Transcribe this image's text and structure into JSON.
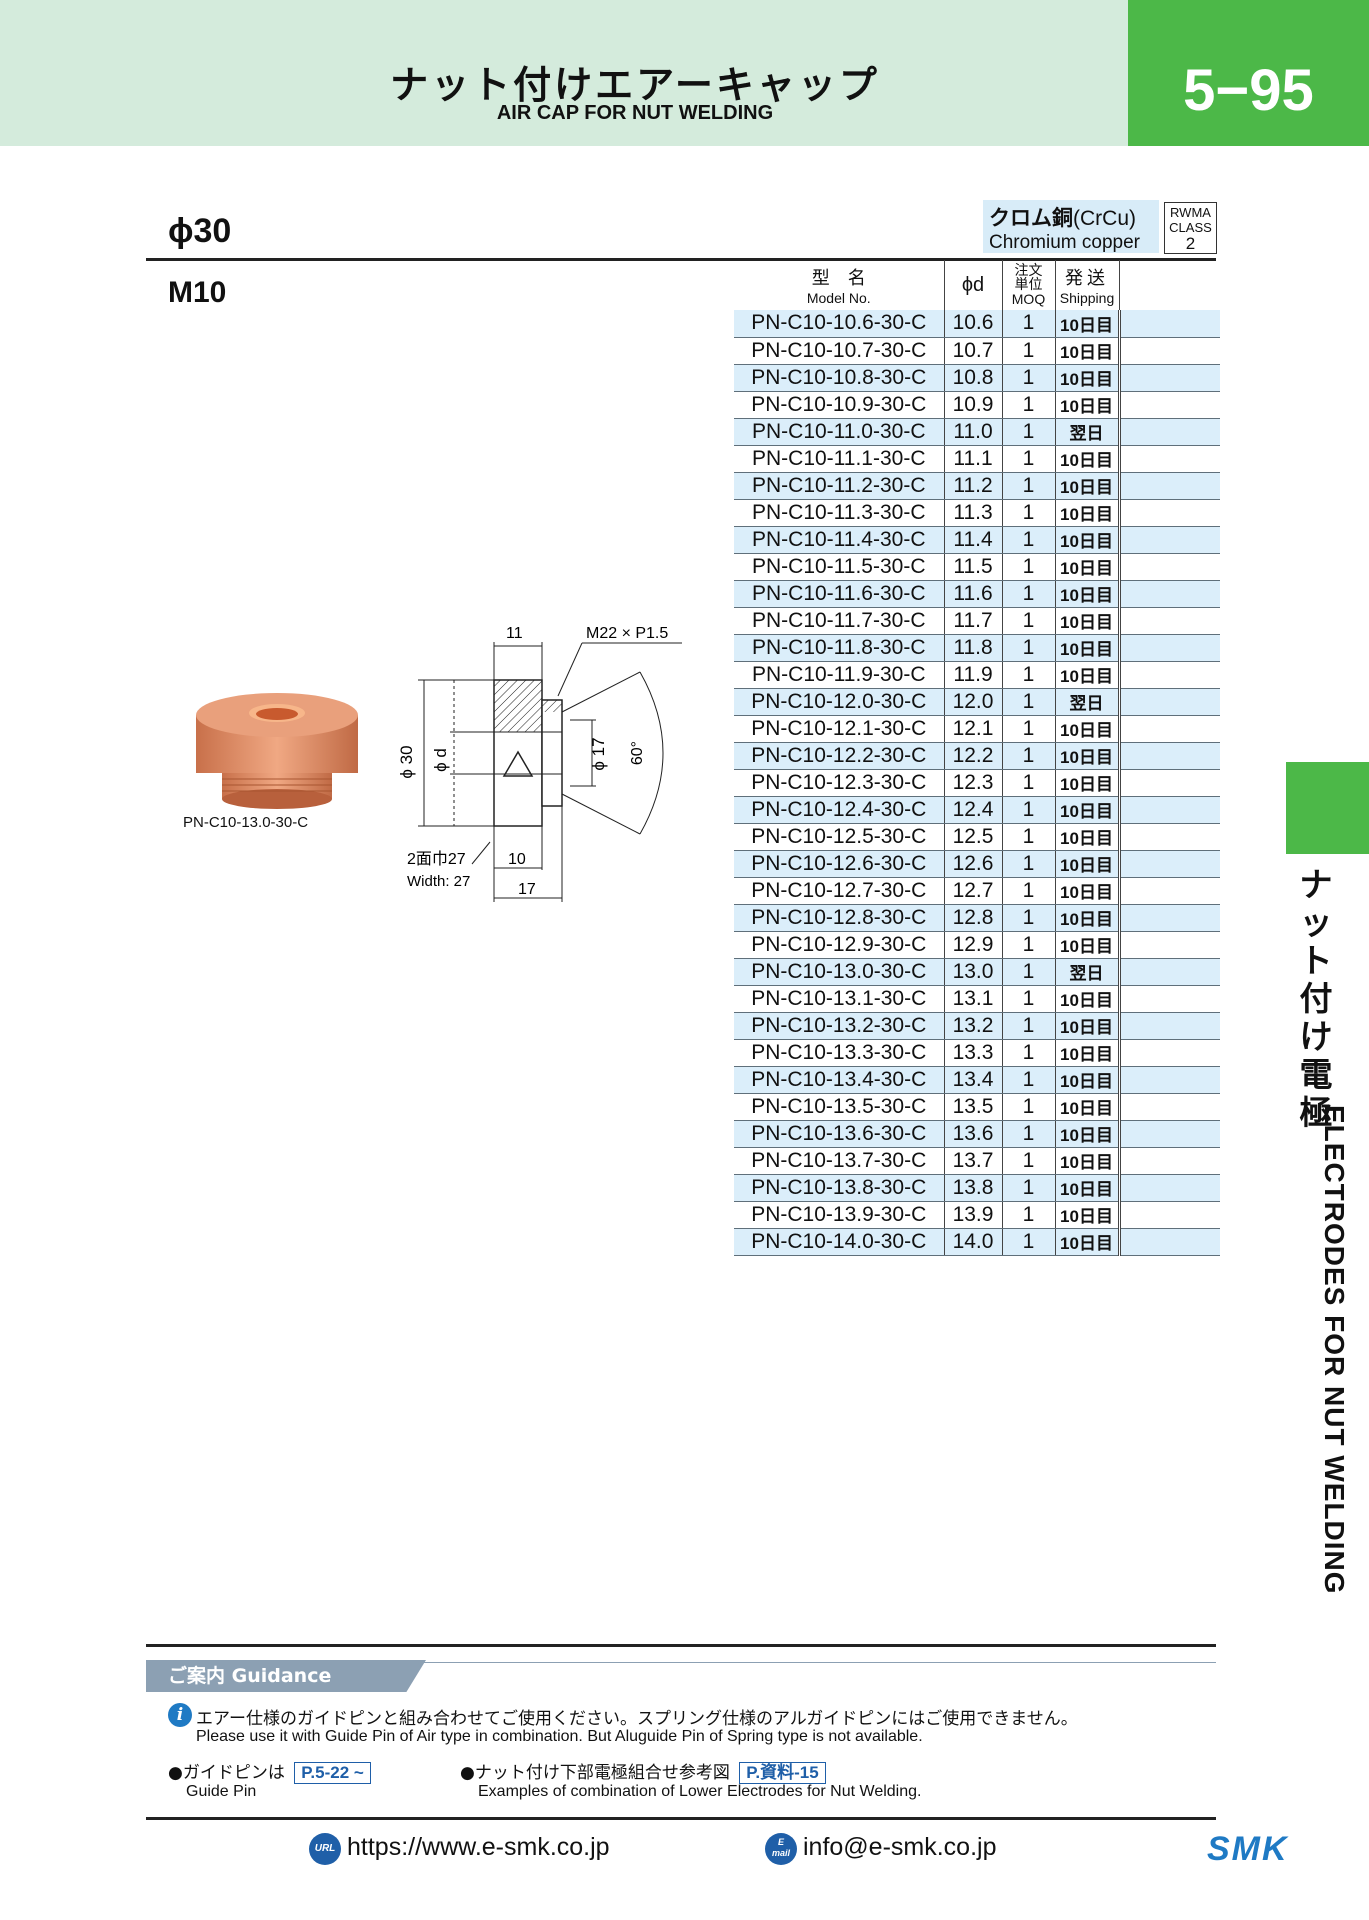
{
  "header": {
    "title_jp": "ナット付けエアーキャップ",
    "title_en": "AIR CAP FOR NUT WELDING",
    "page_number": "5−95"
  },
  "section": {
    "diameter": "ϕ30",
    "thread": "M10"
  },
  "material": {
    "name_jp": "クロム銅",
    "symbol": "(CrCu)",
    "name_en": "Chromium copper",
    "rwma_label_1": "RWMA",
    "rwma_label_2": "CLASS",
    "rwma_class": "2"
  },
  "table": {
    "headers": {
      "model_jp": "型名",
      "model_en": "Model No.",
      "phid": "ϕd",
      "moq_jp_1": "注文",
      "moq_jp_2": "単位",
      "moq_en": "MOQ",
      "ship_jp": "発送",
      "ship_en": "Shipping"
    },
    "rows": [
      [
        "PN-C10-10.6-30-C",
        "10.6",
        "1",
        "10日目"
      ],
      [
        "PN-C10-10.7-30-C",
        "10.7",
        "1",
        "10日目"
      ],
      [
        "PN-C10-10.8-30-C",
        "10.8",
        "1",
        "10日目"
      ],
      [
        "PN-C10-10.9-30-C",
        "10.9",
        "1",
        "10日目"
      ],
      [
        "PN-C10-11.0-30-C",
        "11.0",
        "1",
        "翌日"
      ],
      [
        "PN-C10-11.1-30-C",
        "11.1",
        "1",
        "10日目"
      ],
      [
        "PN-C10-11.2-30-C",
        "11.2",
        "1",
        "10日目"
      ],
      [
        "PN-C10-11.3-30-C",
        "11.3",
        "1",
        "10日目"
      ],
      [
        "PN-C10-11.4-30-C",
        "11.4",
        "1",
        "10日目"
      ],
      [
        "PN-C10-11.5-30-C",
        "11.5",
        "1",
        "10日目"
      ],
      [
        "PN-C10-11.6-30-C",
        "11.6",
        "1",
        "10日目"
      ],
      [
        "PN-C10-11.7-30-C",
        "11.7",
        "1",
        "10日目"
      ],
      [
        "PN-C10-11.8-30-C",
        "11.8",
        "1",
        "10日目"
      ],
      [
        "PN-C10-11.9-30-C",
        "11.9",
        "1",
        "10日目"
      ],
      [
        "PN-C10-12.0-30-C",
        "12.0",
        "1",
        "翌日"
      ],
      [
        "PN-C10-12.1-30-C",
        "12.1",
        "1",
        "10日目"
      ],
      [
        "PN-C10-12.2-30-C",
        "12.2",
        "1",
        "10日目"
      ],
      [
        "PN-C10-12.3-30-C",
        "12.3",
        "1",
        "10日目"
      ],
      [
        "PN-C10-12.4-30-C",
        "12.4",
        "1",
        "10日目"
      ],
      [
        "PN-C10-12.5-30-C",
        "12.5",
        "1",
        "10日目"
      ],
      [
        "PN-C10-12.6-30-C",
        "12.6",
        "1",
        "10日目"
      ],
      [
        "PN-C10-12.7-30-C",
        "12.7",
        "1",
        "10日目"
      ],
      [
        "PN-C10-12.8-30-C",
        "12.8",
        "1",
        "10日目"
      ],
      [
        "PN-C10-12.9-30-C",
        "12.9",
        "1",
        "10日目"
      ],
      [
        "PN-C10-13.0-30-C",
        "13.0",
        "1",
        "翌日"
      ],
      [
        "PN-C10-13.1-30-C",
        "13.1",
        "1",
        "10日目"
      ],
      [
        "PN-C10-13.2-30-C",
        "13.2",
        "1",
        "10日目"
      ],
      [
        "PN-C10-13.3-30-C",
        "13.3",
        "1",
        "10日目"
      ],
      [
        "PN-C10-13.4-30-C",
        "13.4",
        "1",
        "10日目"
      ],
      [
        "PN-C10-13.5-30-C",
        "13.5",
        "1",
        "10日目"
      ],
      [
        "PN-C10-13.6-30-C",
        "13.6",
        "1",
        "10日目"
      ],
      [
        "PN-C10-13.7-30-C",
        "13.7",
        "1",
        "10日目"
      ],
      [
        "PN-C10-13.8-30-C",
        "13.8",
        "1",
        "10日目"
      ],
      [
        "PN-C10-13.9-30-C",
        "13.9",
        "1",
        "10日目"
      ],
      [
        "PN-C10-14.0-30-C",
        "14.0",
        "1",
        "10日目"
      ]
    ]
  },
  "photo": {
    "label": "PN-C10-13.0-30-C"
  },
  "drawing": {
    "dim_11": "11",
    "thread": "M22 × P1.5",
    "phi30": "ϕ 30",
    "phid": "ϕ d",
    "phi17": "ϕ 17",
    "angle": "60°",
    "width_jp": "2面巾27",
    "width_en": "Width: 27",
    "dim_10": "10",
    "dim_17": "17"
  },
  "side": {
    "label_jp": "ナット付け電極",
    "label_en": "ELECTRODES FOR NUT WELDING"
  },
  "guidance": {
    "tab": "ご案内 Guidance",
    "note_jp": "エアー仕様のガイドピンと組み合わせてご使用ください。スプリング仕様のアルガイドピンにはご使用できません。",
    "note_en": "Please use it with Guide Pin of Air type in combination. But Aluguide Pin of Spring type is not available.",
    "guide_pin_jp": "●ガイドピンは",
    "guide_pin_ref": "P.5-22 ~",
    "guide_pin_en": "Guide Pin",
    "combo_jp": "●ナット付け下部電極組合せ参考図",
    "combo_ref": "P.資料-15",
    "combo_en": "Examples of combination of Lower Electrodes for Nut Welding."
  },
  "footer": {
    "url_icon": "URL",
    "url": "https://www.e-smk.co.jp",
    "mail_icon_1": "E",
    "mail_icon_2": "mail",
    "email": "info@e-smk.co.jp",
    "logo": "SMK"
  },
  "colors": {
    "header_bg": "#d4ebdc",
    "accent_green": "#4cb848",
    "row_blue": "#dbeefa",
    "copper": "#d9845a",
    "link_blue": "#1f5fa8"
  }
}
